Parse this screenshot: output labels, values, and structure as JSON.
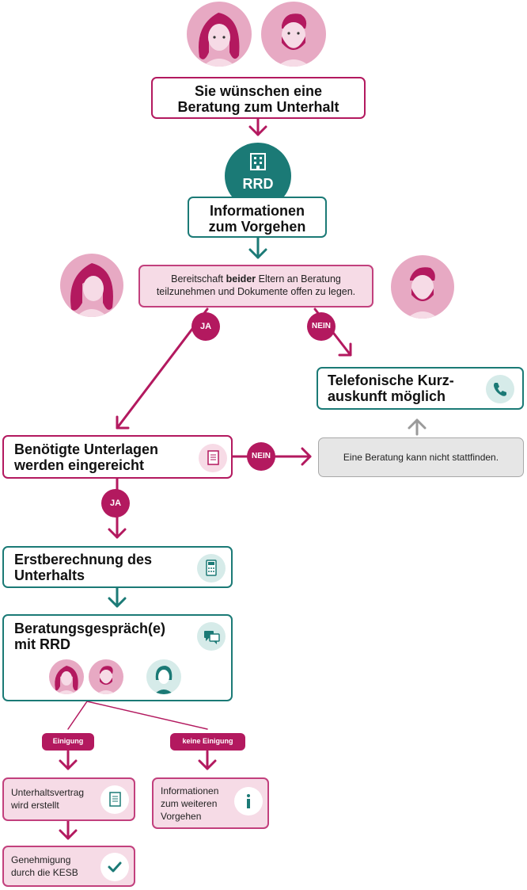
{
  "start": {
    "title": "Sie wünschen eine Beratung zum Unterhalt"
  },
  "rrd": {
    "label": "RRD",
    "icon": "building-icon"
  },
  "info": {
    "title": "Informationen zum Vorgehen"
  },
  "condition": {
    "text_before": "Bereitschaft ",
    "text_bold": "beider",
    "text_after": " Eltern an Beratung teilzunehmen und Dokumente offen zu legen."
  },
  "labels": {
    "ja": "JA",
    "nein": "NEIN",
    "einigung": "Einigung",
    "keine_einigung": "keine Einigung"
  },
  "phone": {
    "title": "Telefonische Kurz-auskunft möglich",
    "icon": "phone-icon"
  },
  "no_consultation": {
    "text": "Eine Beratung kann nicht stattfinden."
  },
  "documents": {
    "title": "Benötigte Unterlagen werden eingereicht",
    "icon": "document-icon"
  },
  "calc": {
    "title": "Erstberechnung des Unterhalts",
    "icon": "calculator-icon"
  },
  "talk": {
    "title": "Beratungsgespräch(e) mit RRD",
    "icon": "speech-bubbles-icon"
  },
  "contract": {
    "text": "Unterhaltsvertrag wird erstellt",
    "icon": "document-icon"
  },
  "further": {
    "text": "Informationen zum weiteren Vorgehen",
    "icon": "info-icon"
  },
  "approval": {
    "text": "Genehmigung durch die KESB",
    "icon": "checkmark-icon"
  },
  "colors": {
    "magenta": "#b3195f",
    "teal": "#1b7a76",
    "pink_light": "#f6dbe6",
    "grey": "#e6e6e6"
  }
}
